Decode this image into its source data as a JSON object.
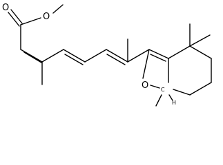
{
  "structure": {
    "atoms": {
      "carbonyl_oxygen": "O",
      "ester_oxygen": "O",
      "furan_oxygen": "O",
      "ring_carbon": "C",
      "ring_hydrogen": "H"
    }
  },
  "colors": {
    "stroke": "#000000",
    "background": "#ffffff"
  }
}
